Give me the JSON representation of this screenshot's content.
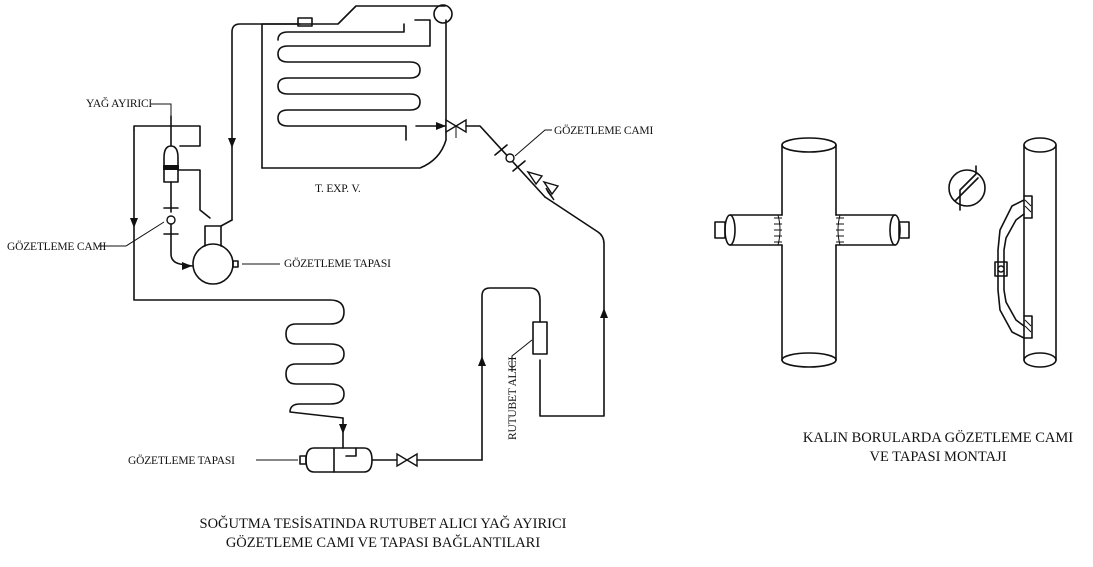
{
  "left_diagram": {
    "labels": {
      "oil_separator": "YAĞ AYIRICI",
      "sight_glass_left": "GÖZETLEME CAMI",
      "sight_plug_mid": "GÖZETLEME TAPASI",
      "expansion_valve": "T. EXP. V.",
      "sight_glass_right": "GÖZETLEME CAMI",
      "drier": "RUTUBET ALICI",
      "sight_plug_bottom": "GÖZETLEME TAPASI"
    },
    "caption_line1": "SOĞUTMA TESİSATINDA RUTUBET ALICI YAĞ AYIRICI",
    "caption_line2": "GÖZETLEME CAMI VE TAPASI BAĞLANTILARI"
  },
  "right_diagram": {
    "caption_line1": "KALIN BORULARDA GÖZETLEME CAMI",
    "caption_line2": "VE TAPASI MONTAJI"
  }
}
